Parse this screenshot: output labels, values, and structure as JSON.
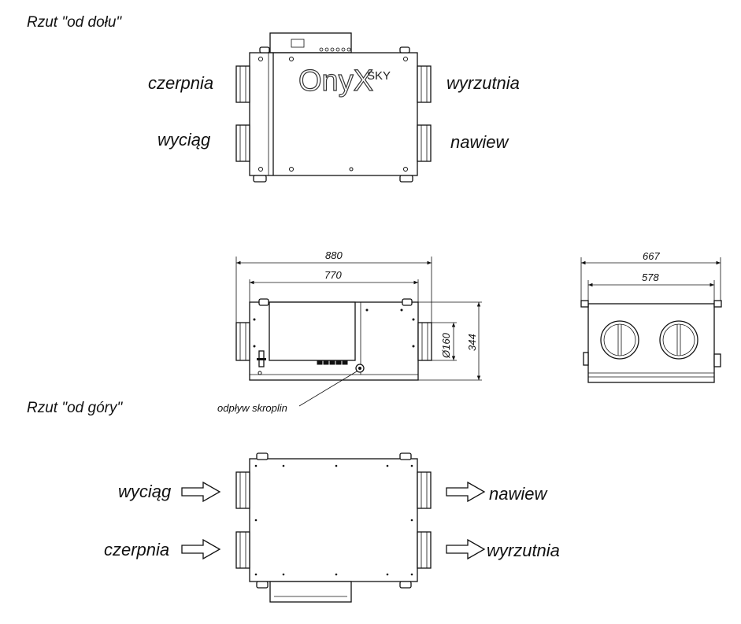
{
  "views": {
    "bottom_title": "Rzut \"od dołu\"",
    "top_title": "Rzut \"od góry\""
  },
  "brand": {
    "logo_main": "OnyX",
    "logo_sub": "SKY"
  },
  "bottom_view": {
    "left_upper": "czerpnia",
    "left_lower": "wyciąg",
    "right_upper": "wyrzutnia",
    "right_lower": "nawiew"
  },
  "side_view": {
    "dim_total_width": "880",
    "dim_body_width": "770",
    "dim_duct": "Ø160",
    "dim_height": "344",
    "drain_label": "odpływ skroplin"
  },
  "end_view": {
    "dim_total_width": "667",
    "dim_body_width": "578"
  },
  "top_view": {
    "left_upper": "wyciąg",
    "left_lower": "czerpnia",
    "right_upper": "nawiew",
    "right_lower": "wyrzutnia"
  }
}
